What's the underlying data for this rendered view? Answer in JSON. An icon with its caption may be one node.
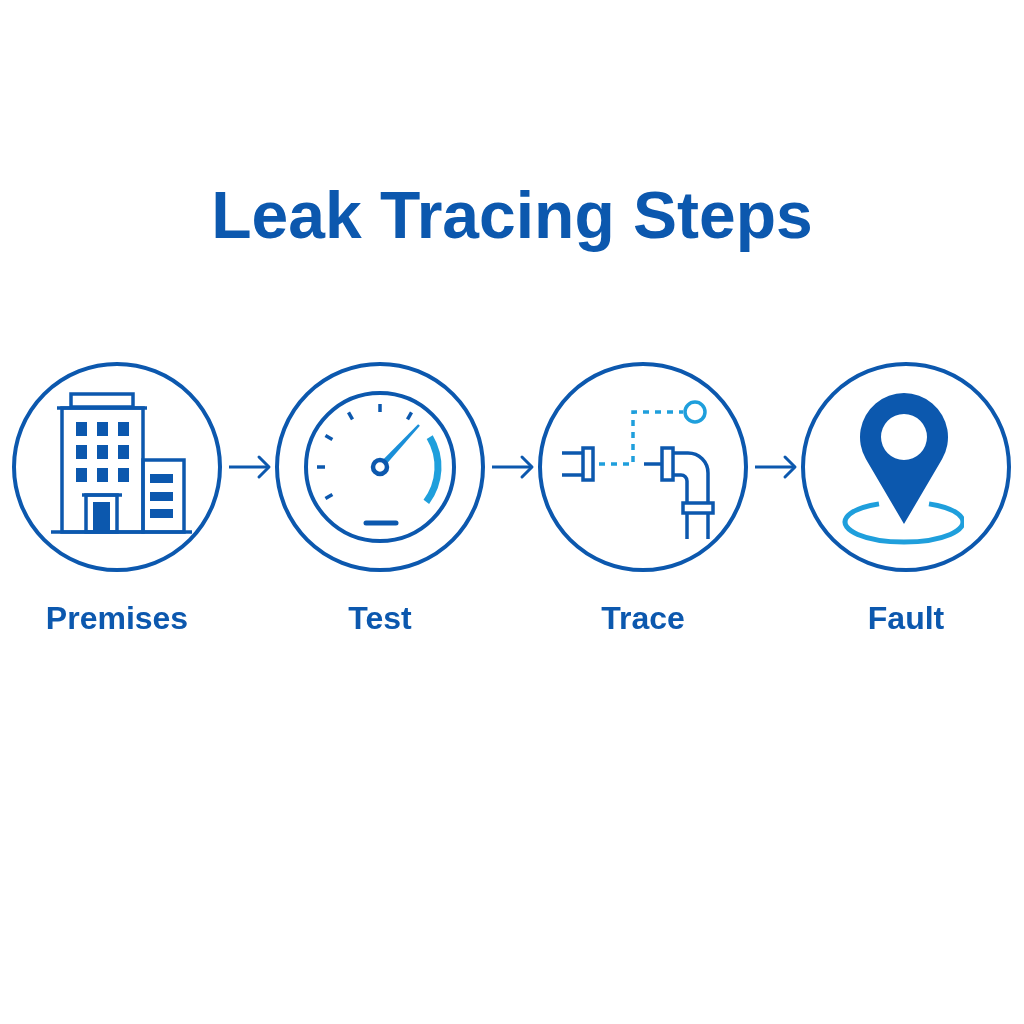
{
  "diagram": {
    "title": "Leak Tracing Steps",
    "nodes": [
      {
        "text": [
          "Premises"
        ]
      },
      {
        "text": [
          "Test"
        ]
      },
      {
        "text": [
          "Trace"
        ]
      },
      {
        "text": [
          "Fault"
        ]
      }
    ],
    "edges": [
      {
        "from": 0,
        "to": 1,
        "arrow": "to"
      },
      {
        "from": 1,
        "to": 2,
        "arrow": "to"
      },
      {
        "from": 2,
        "to": 3,
        "arrow": "to"
      }
    ]
  }
}
